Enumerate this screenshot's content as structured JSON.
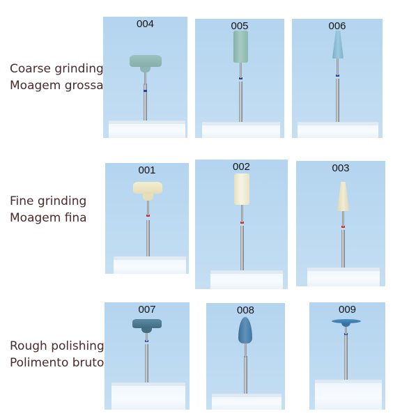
{
  "rows": [
    {
      "label_en": "Coarse grinding",
      "label_pt": "Moagem grossa",
      "items": [
        {
          "code": "004",
          "shape": "wheel",
          "head_color": "#8fb5b3",
          "band_color": "#2b3bb0"
        },
        {
          "code": "005",
          "shape": "cylinder",
          "head_color": "#97bfb7",
          "band_color": "#2b3bb0"
        },
        {
          "code": "006",
          "shape": "cone",
          "head_color": "#86b6cf",
          "band_color": "#2b3bb0"
        }
      ]
    },
    {
      "label_en": "Fine grinding",
      "label_pt": "Moagem fina",
      "items": [
        {
          "code": "001",
          "shape": "wheel",
          "head_color": "#ede7c4",
          "band_color": "#d8262d"
        },
        {
          "code": "002",
          "shape": "cylinder",
          "head_color": "#f0edcf",
          "band_color": "#d8262d"
        },
        {
          "code": "003",
          "shape": "cone",
          "head_color": "#ebe5c3",
          "band_color": "#d8262d"
        }
      ]
    },
    {
      "label_en": "Rough polishing",
      "label_pt": "Polimento bruto",
      "items": [
        {
          "code": "007",
          "shape": "wheel",
          "head_color": "#4d7b93",
          "band_color": "#2b3bb0"
        },
        {
          "code": "008",
          "shape": "flame",
          "head_color": "#4e7fa7",
          "band_color": "#2b3bb0"
        },
        {
          "code": "009",
          "shape": "disc",
          "head_color": "#3f80b2",
          "band_color": "#2b3bb0"
        }
      ]
    }
  ]
}
